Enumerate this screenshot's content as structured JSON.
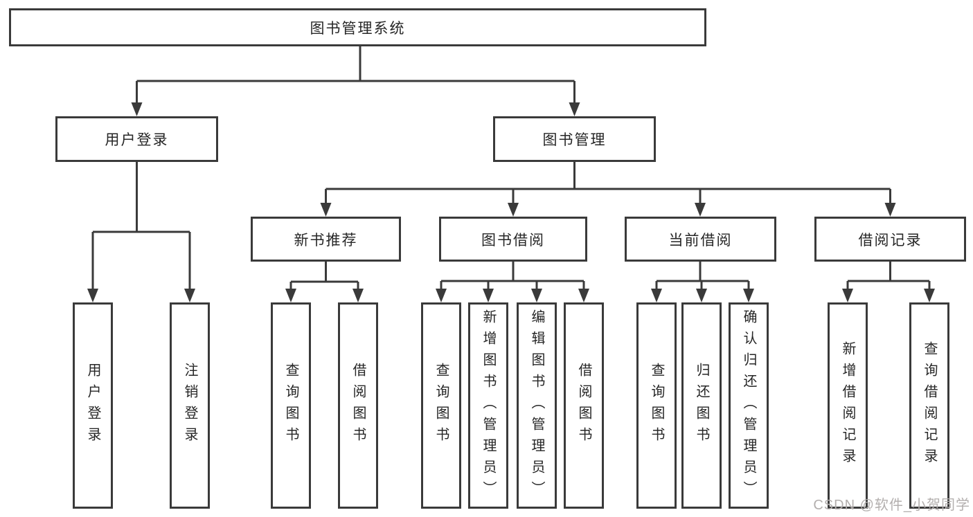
{
  "nodes": {
    "root": "图书管理系统",
    "user_login": "用户登录",
    "book_management": "图书管理",
    "new_book_recommend": "新书推荐",
    "book_borrowing": "图书借阅",
    "current_borrowing": "当前借阅",
    "borrowing_records": "借阅记录",
    "leaf_user_login": "用户登录",
    "leaf_logout": "注销登录",
    "leaf_rec_query_books": "查询图书",
    "leaf_rec_borrow_books": "借阅图书",
    "leaf_bor_query_books": "查询图书",
    "leaf_bor_add_books": "新增图书（管理员）",
    "leaf_bor_edit_books": "编辑图书（管理员）",
    "leaf_bor_borrow_books": "借阅图书",
    "leaf_cur_query_books": "查询图书",
    "leaf_cur_return_books": "归还图书",
    "leaf_cur_confirm_return": "确认归还（管理员）",
    "leaf_log_add_record": "新增借阅记录",
    "leaf_log_query_record": "查询借阅记录"
  },
  "watermark": {
    "text": "CSDN @软件_小贺同学"
  },
  "colors": {
    "line": "#3a3a3a",
    "text": "#262626",
    "background": "#ffffff",
    "watermark": "#b3afae"
  }
}
